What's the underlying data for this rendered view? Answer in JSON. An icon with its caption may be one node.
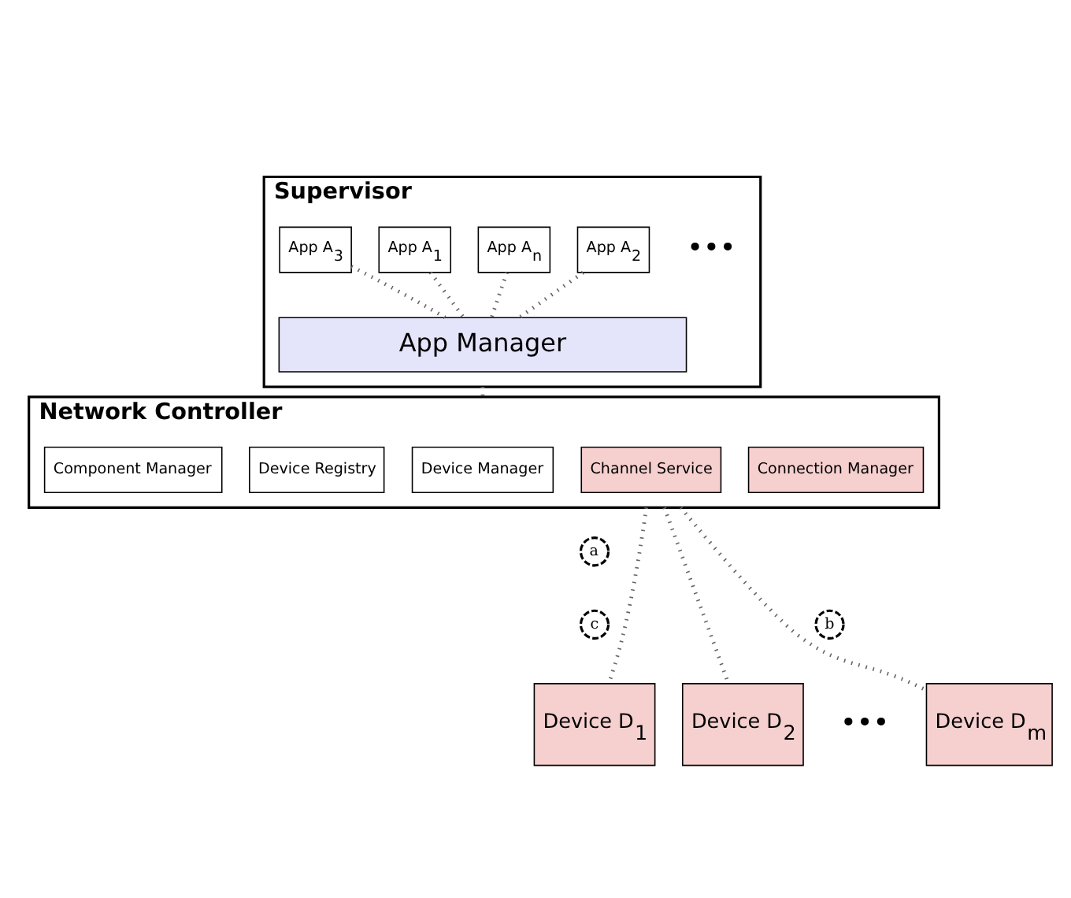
{
  "diagram": {
    "nodes": [
      {
        "text": [
          "Supervisor"
        ]
      },
      {
        "text": [
          "App A$_{1}$"
        ],
        "in": 0
      },
      {
        "text": [
          "App A$_{2}$"
        ],
        "in": 0
      },
      {
        "text": [
          "App A$_{3}$"
        ],
        "in": 0
      },
      {
        "text": [
          "App A$_{n}$"
        ],
        "in": 0
      },
      {
        "text": [
          "App Manager"
        ],
        "in": 0
      },
      {
        "text": [
          "Network Controller"
        ]
      },
      {
        "text": [
          "Channel Service"
        ],
        "in": 6
      },
      {
        "text": [
          "Connection Manager"
        ],
        "in": 6
      },
      {
        "text": [
          "Device Manager"
        ],
        "in": 6
      },
      {
        "text": [
          "Device Registry"
        ],
        "in": 6
      },
      {
        "text": [
          "Component Manager"
        ],
        "in": 6
      },
      {
        "text": [
          "a"
        ]
      },
      {
        "text": [
          "b"
        ]
      },
      {
        "text": [
          "c"
        ]
      },
      {
        "text": [
          "Device D$_{1}$"
        ]
      },
      {
        "text": [
          "Device D$_{2}$"
        ]
      },
      {
        "text": [
          "Device D$_{m}$"
        ]
      }
    ],
    "edges": [
      {
        "from": 1,
        "to": 5,
        "arrow": "none",
        "style": "dashed"
      },
      {
        "from": 2,
        "to": 5,
        "arrow": "none",
        "style": "dashed"
      },
      {
        "from": 3,
        "to": 5,
        "arrow": "none",
        "style": "dashed"
      },
      {
        "from": 4,
        "to": 5,
        "arrow": "none",
        "style": "dashed"
      },
      {
        "from": 0,
        "to": 6,
        "arrow": "none",
        "style": "dashed"
      },
      {
        "from": 6,
        "to": 15,
        "arrow": "none",
        "style": "dashed"
      },
      {
        "from": 6,
        "to": 16,
        "arrow": "none",
        "style": "dashed"
      },
      {
        "from": 6,
        "to": 17,
        "arrow": "none",
        "style": "dashed"
      }
    ],
    "labels": [
      "•••",
      "•••"
    ]
  }
}
